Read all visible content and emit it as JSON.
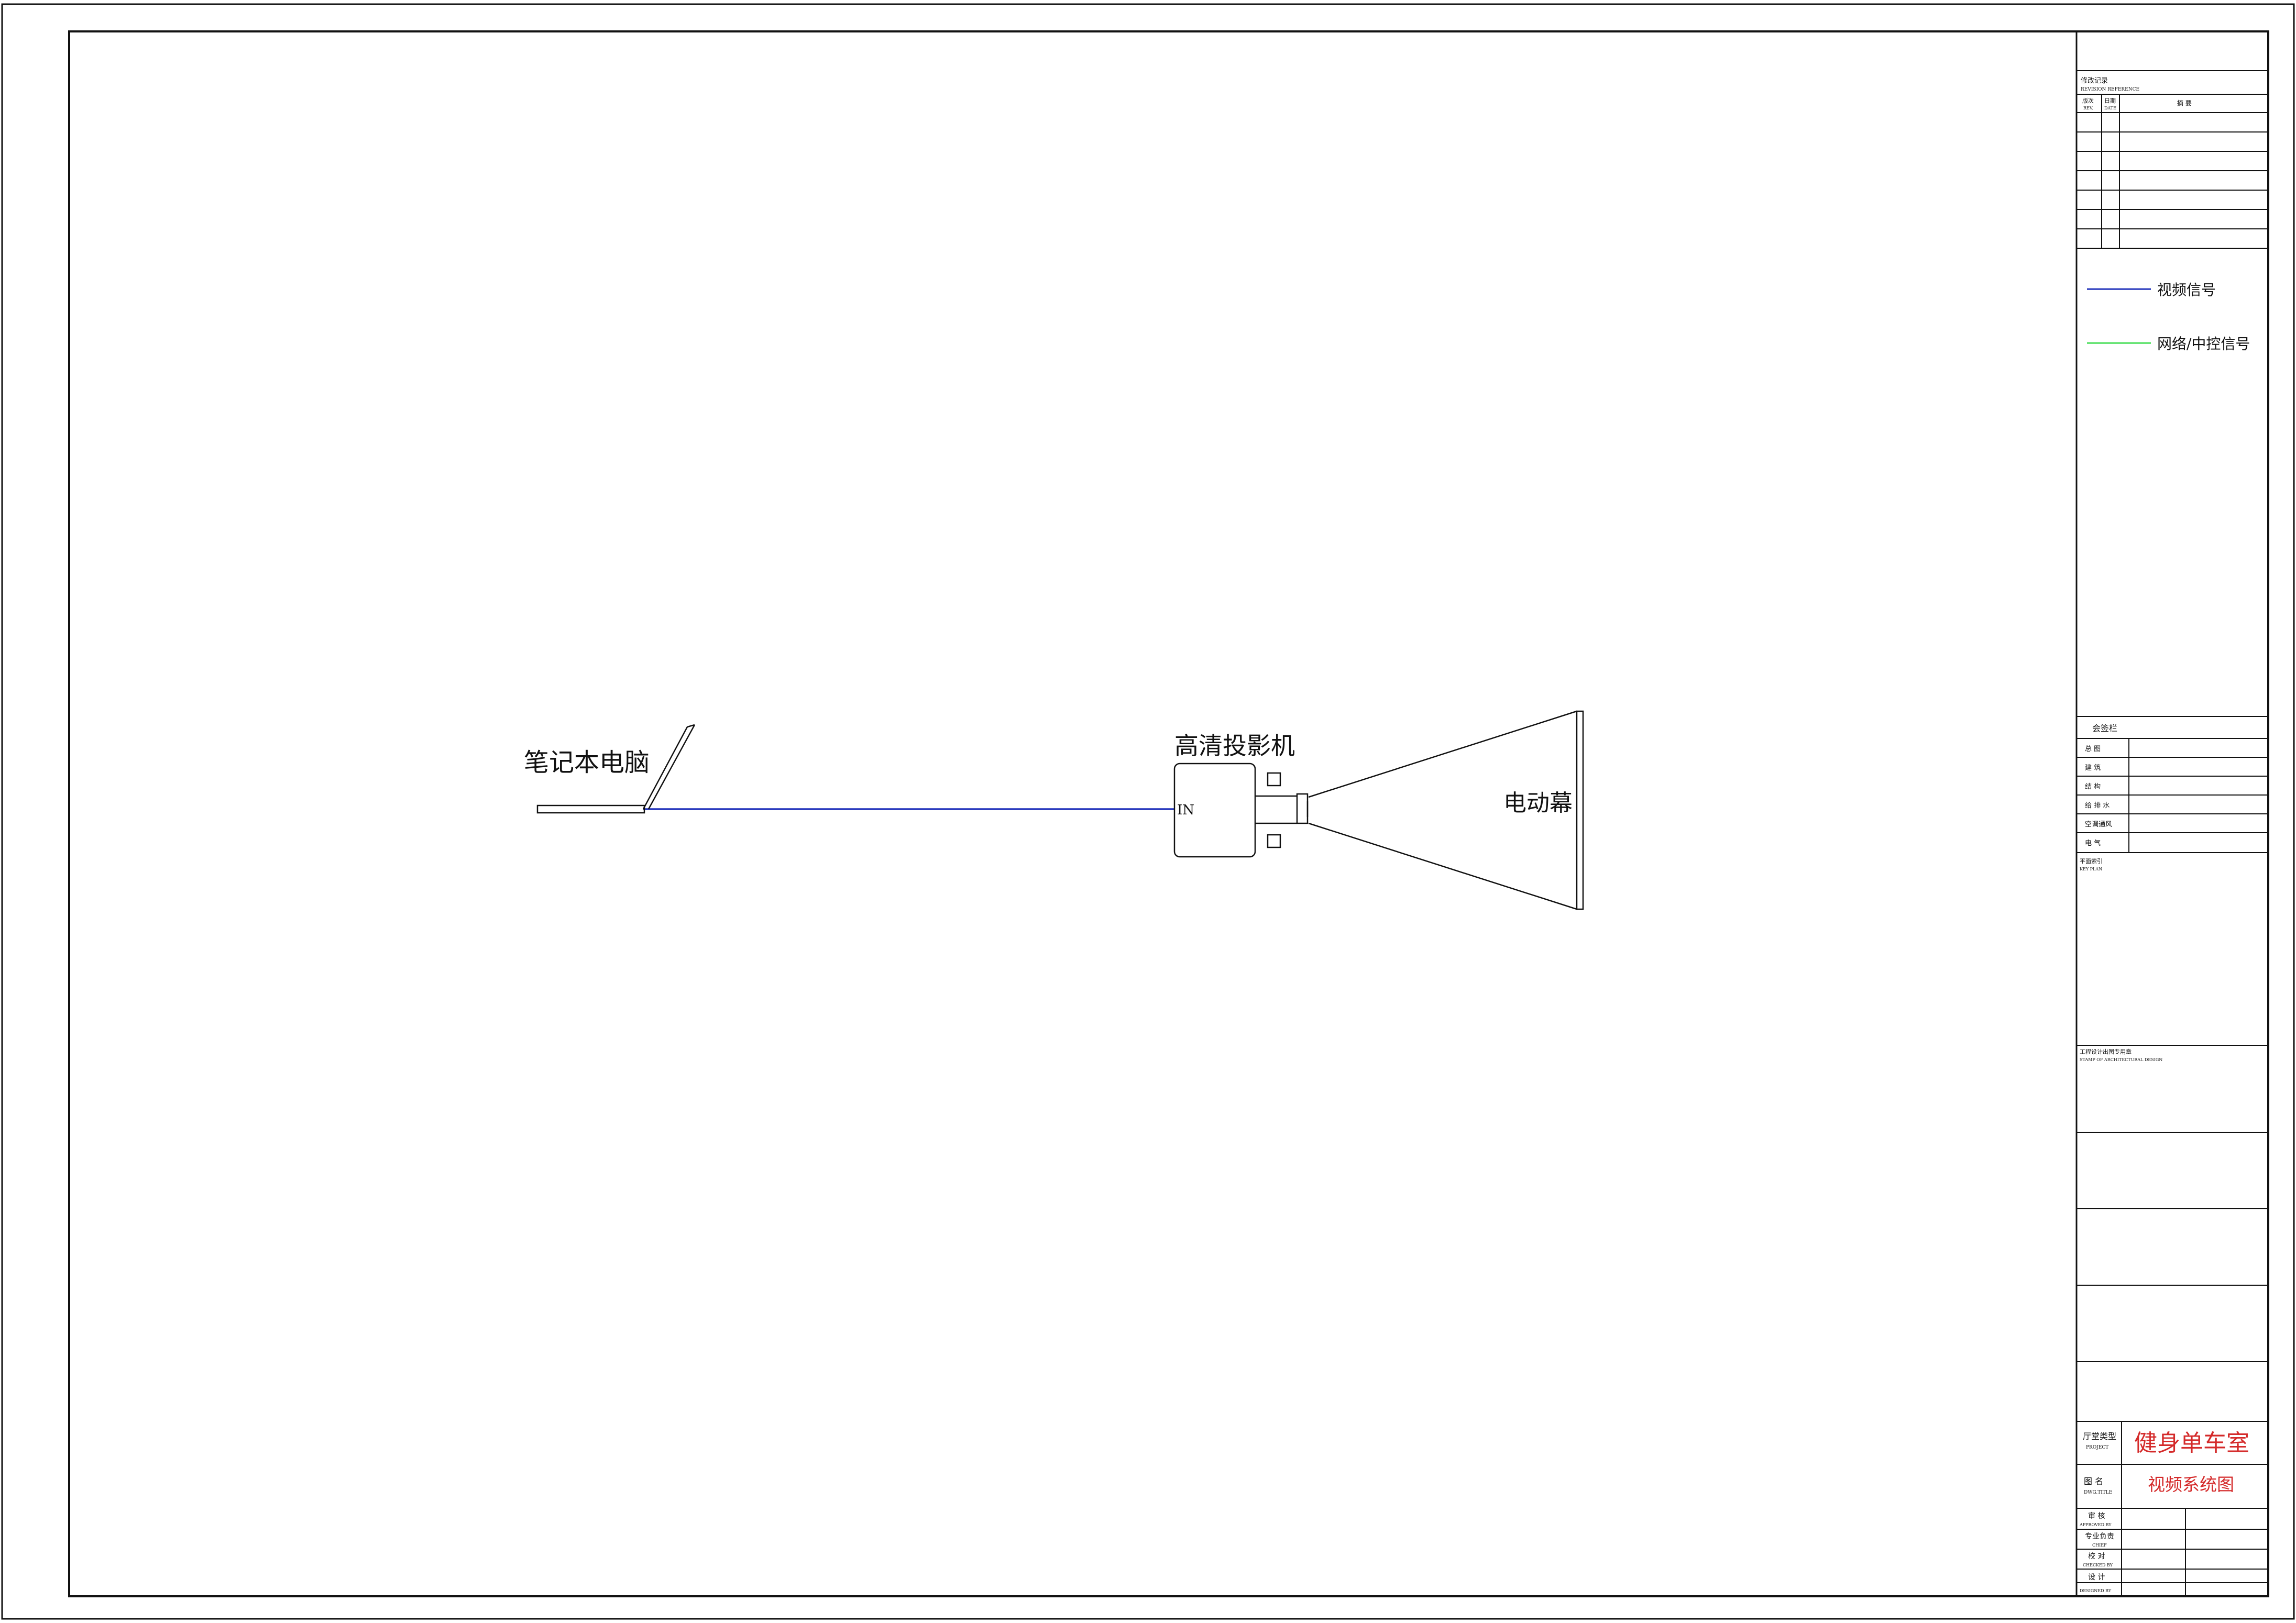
{
  "colors": {
    "line": "#111111",
    "video_signal": "#2233bb",
    "network_signal": "#44dd55",
    "title_red": "#d42a2a"
  },
  "diagram": {
    "laptop": {
      "label": "笔记本电脑",
      "icon": "laptop-icon"
    },
    "projector": {
      "label": "高清投影机",
      "port_label": "IN",
      "icon": "projector-icon"
    },
    "screen": {
      "label": "电动幕",
      "icon": "projection-screen-icon"
    },
    "connections": [
      {
        "from": "laptop",
        "to": "projector",
        "type": "video_signal"
      }
    ]
  },
  "title_block": {
    "revision": {
      "title": "修改记录",
      "title_en": "REVISION REFERENCE",
      "col_rev": "版次",
      "col_rev_en": "REV.",
      "col_date": "日期",
      "col_date_en": "DATE",
      "col_desc": "摘    要"
    },
    "legend": [
      {
        "label": "视频信号",
        "color": "#2233bb"
      },
      {
        "label": "网络/中控信号",
        "color": "#44dd55"
      }
    ],
    "countersign": {
      "title": "会签栏",
      "rows": [
        "总    图",
        "建    筑",
        "结    构",
        "给 排 水",
        "空调通风",
        "电    气"
      ]
    },
    "key_plan": {
      "title": "平面索引",
      "title_en": "KEY PLAN"
    },
    "stamp": {
      "title": "工程设计出图专用章",
      "title_en": "STAMP OF ARCHITECTURAL DESIGN"
    },
    "project": {
      "label": "厅堂类型",
      "label_en": "PROJECT",
      "value": "健身单车室"
    },
    "drawing": {
      "label": "图    名",
      "label_en": "DWG.TITLE",
      "value": "视频系统图"
    },
    "signoffs": [
      {
        "label": "审 核",
        "label_en": "APPROVED BY"
      },
      {
        "label": "专业负责",
        "label_en": "CHIEF"
      },
      {
        "label": "校 对",
        "label_en": "CHECKED BY"
      },
      {
        "label": "设 计",
        "label_en": "DESIGNED BY"
      }
    ]
  }
}
